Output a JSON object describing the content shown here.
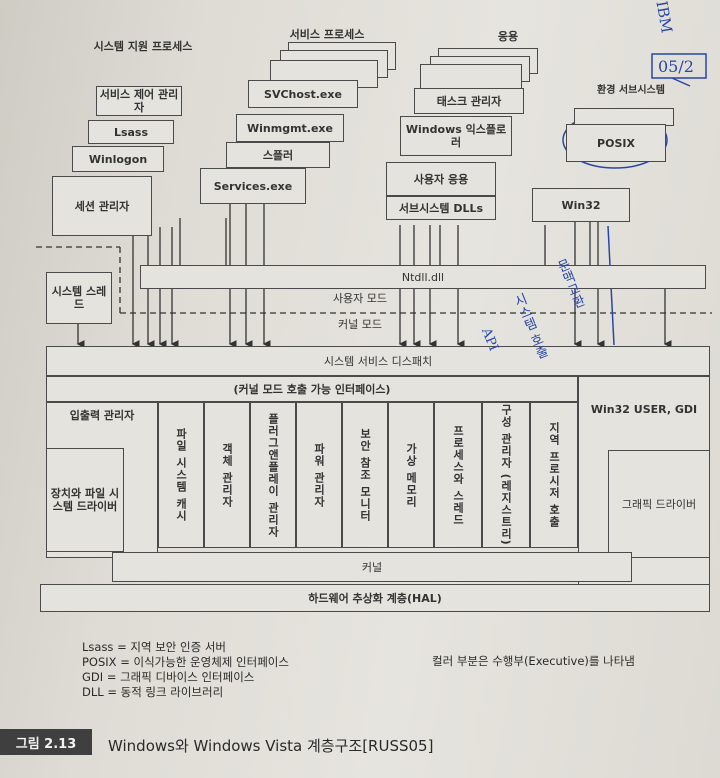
{
  "groups": {
    "system_support": "시스템 지원 프로세스",
    "service_process": "서비스 프로세스",
    "applications": "응용",
    "environment_subsystem": "환경 서브시스템"
  },
  "system_support_items": [
    "서비스 제어 관리자",
    "Lsass",
    "Winlogon",
    "세션 관리자"
  ],
  "service_items": [
    "SVChost.exe",
    "Winmgmt.exe",
    "스플러",
    "Services.exe"
  ],
  "application_items": [
    "태스크 관리자",
    "Windows 익스플로러",
    "사용자 응용",
    "서브시스템 DLLs"
  ],
  "subsystem_items": [
    "POSIX",
    "Win32"
  ],
  "system_threads": "시스템 스레드",
  "ntdll": "Ntdll.dll",
  "user_mode": "사용자 모드",
  "kernel_mode": "커널 모드",
  "system_service_dispatch": "시스템 서비스 디스패치",
  "kernel_callable_interface": "(커널 모드 호출 가능 인터페이스)",
  "io_manager": "입출력 관리자",
  "device_fs_drivers": "장치와 파일 시스템 드라이버",
  "executive_columns": [
    "파일 시스템 캐시",
    "객체 관리자",
    "플러그앤플레이 관리자",
    "파워 관리자",
    "보안 참조 모니터",
    "가상 메모리",
    "프로세스와 스레드",
    "구성 관리자 (레지스트리)",
    "지역 프로시저 호출"
  ],
  "win32_user_gdi": "Win32 USER, GDI",
  "graphic_drivers": "그래픽 드라이버",
  "kernel": "커널",
  "hal": "하드웨어 추상화 계층(HAL)",
  "legend": [
    "Lsass = 지역 보안 인증 서버",
    "POSIX = 이식가능한 운영체제 인터페이스",
    "GDI = 그래픽 디바이스 인터페이스",
    "DLL = 동적 링크 라이브러리"
  ],
  "color_note": "컬러 부분은 수행부(Executive)를 나타냄",
  "figure_number": "그림 2.13",
  "caption": "Windows와 Windows Vista 계층구조[RUSS05]",
  "handwriting": {
    "top_right": "05/2",
    "top_right_word": "IBM",
    "vertical_notes": [
      "문맥교환",
      "시스템 호출",
      "API"
    ]
  },
  "colors": {
    "box_fill": "#e4e3de",
    "shaded_fill": "#cfcdc7",
    "ink": "#2747a8",
    "caption_tag": "#3f3f3f"
  }
}
